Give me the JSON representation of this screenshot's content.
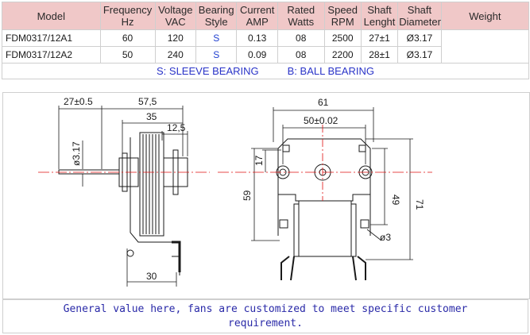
{
  "table": {
    "headers": {
      "model": "Model",
      "frequency": [
        "Frequency",
        "Hz"
      ],
      "voltage": [
        "Voltage",
        "VAC"
      ],
      "bearing": [
        "Bearing",
        "Style"
      ],
      "current": [
        "Current",
        "AMP"
      ],
      "watts": [
        "Rated",
        "Watts"
      ],
      "speed": [
        "Speed",
        "RPM"
      ],
      "shaft_length": [
        "Shaft",
        "Lenght"
      ],
      "shaft_diameter": [
        "Shaft",
        "Diameter"
      ],
      "weight": "Weight"
    },
    "rows": [
      {
        "model": "FDM0317/12A1",
        "frequency": "60",
        "voltage": "120",
        "bearing": "S",
        "current": "0.13",
        "watts": "08",
        "speed": "2500",
        "shaft_length": "27±1",
        "shaft_diameter": "Ø3.17",
        "weight": ""
      },
      {
        "model": "FDM0317/12A2",
        "frequency": "50",
        "voltage": "240",
        "bearing": "S",
        "current": "0.09",
        "watts": "08",
        "speed": "2200",
        "shaft_length": "28±1",
        "shaft_diameter": "Ø3.17",
        "weight": ""
      }
    ],
    "bearing_legend": {
      "sleeve": "S: SLEEVE BEARING",
      "ball": "B: BALL BEARING"
    }
  },
  "drawing": {
    "side_view": {
      "dim_shaft_len": "27±0.5",
      "dim_overall": "57,5",
      "dim_35": "35",
      "dim_12_5": "12,5",
      "dim_shaft_dia": "ø3.17",
      "dim_bottom": "30"
    },
    "front_view": {
      "dim_width": "61",
      "dim_holes": "50±0.02",
      "dim_17": "17",
      "dim_59": "59",
      "dim_49": "49",
      "dim_71": "71",
      "dim_hole_dia": "ø3"
    }
  },
  "note": {
    "line1": "General value here, fans are customized to meet specific customer",
    "line2": "requirement."
  },
  "colors": {
    "header_bg": "#f0c8c8",
    "bearing_text": "#2a34c8",
    "note_text": "#2a2aa8",
    "center_line": "#e01010"
  }
}
